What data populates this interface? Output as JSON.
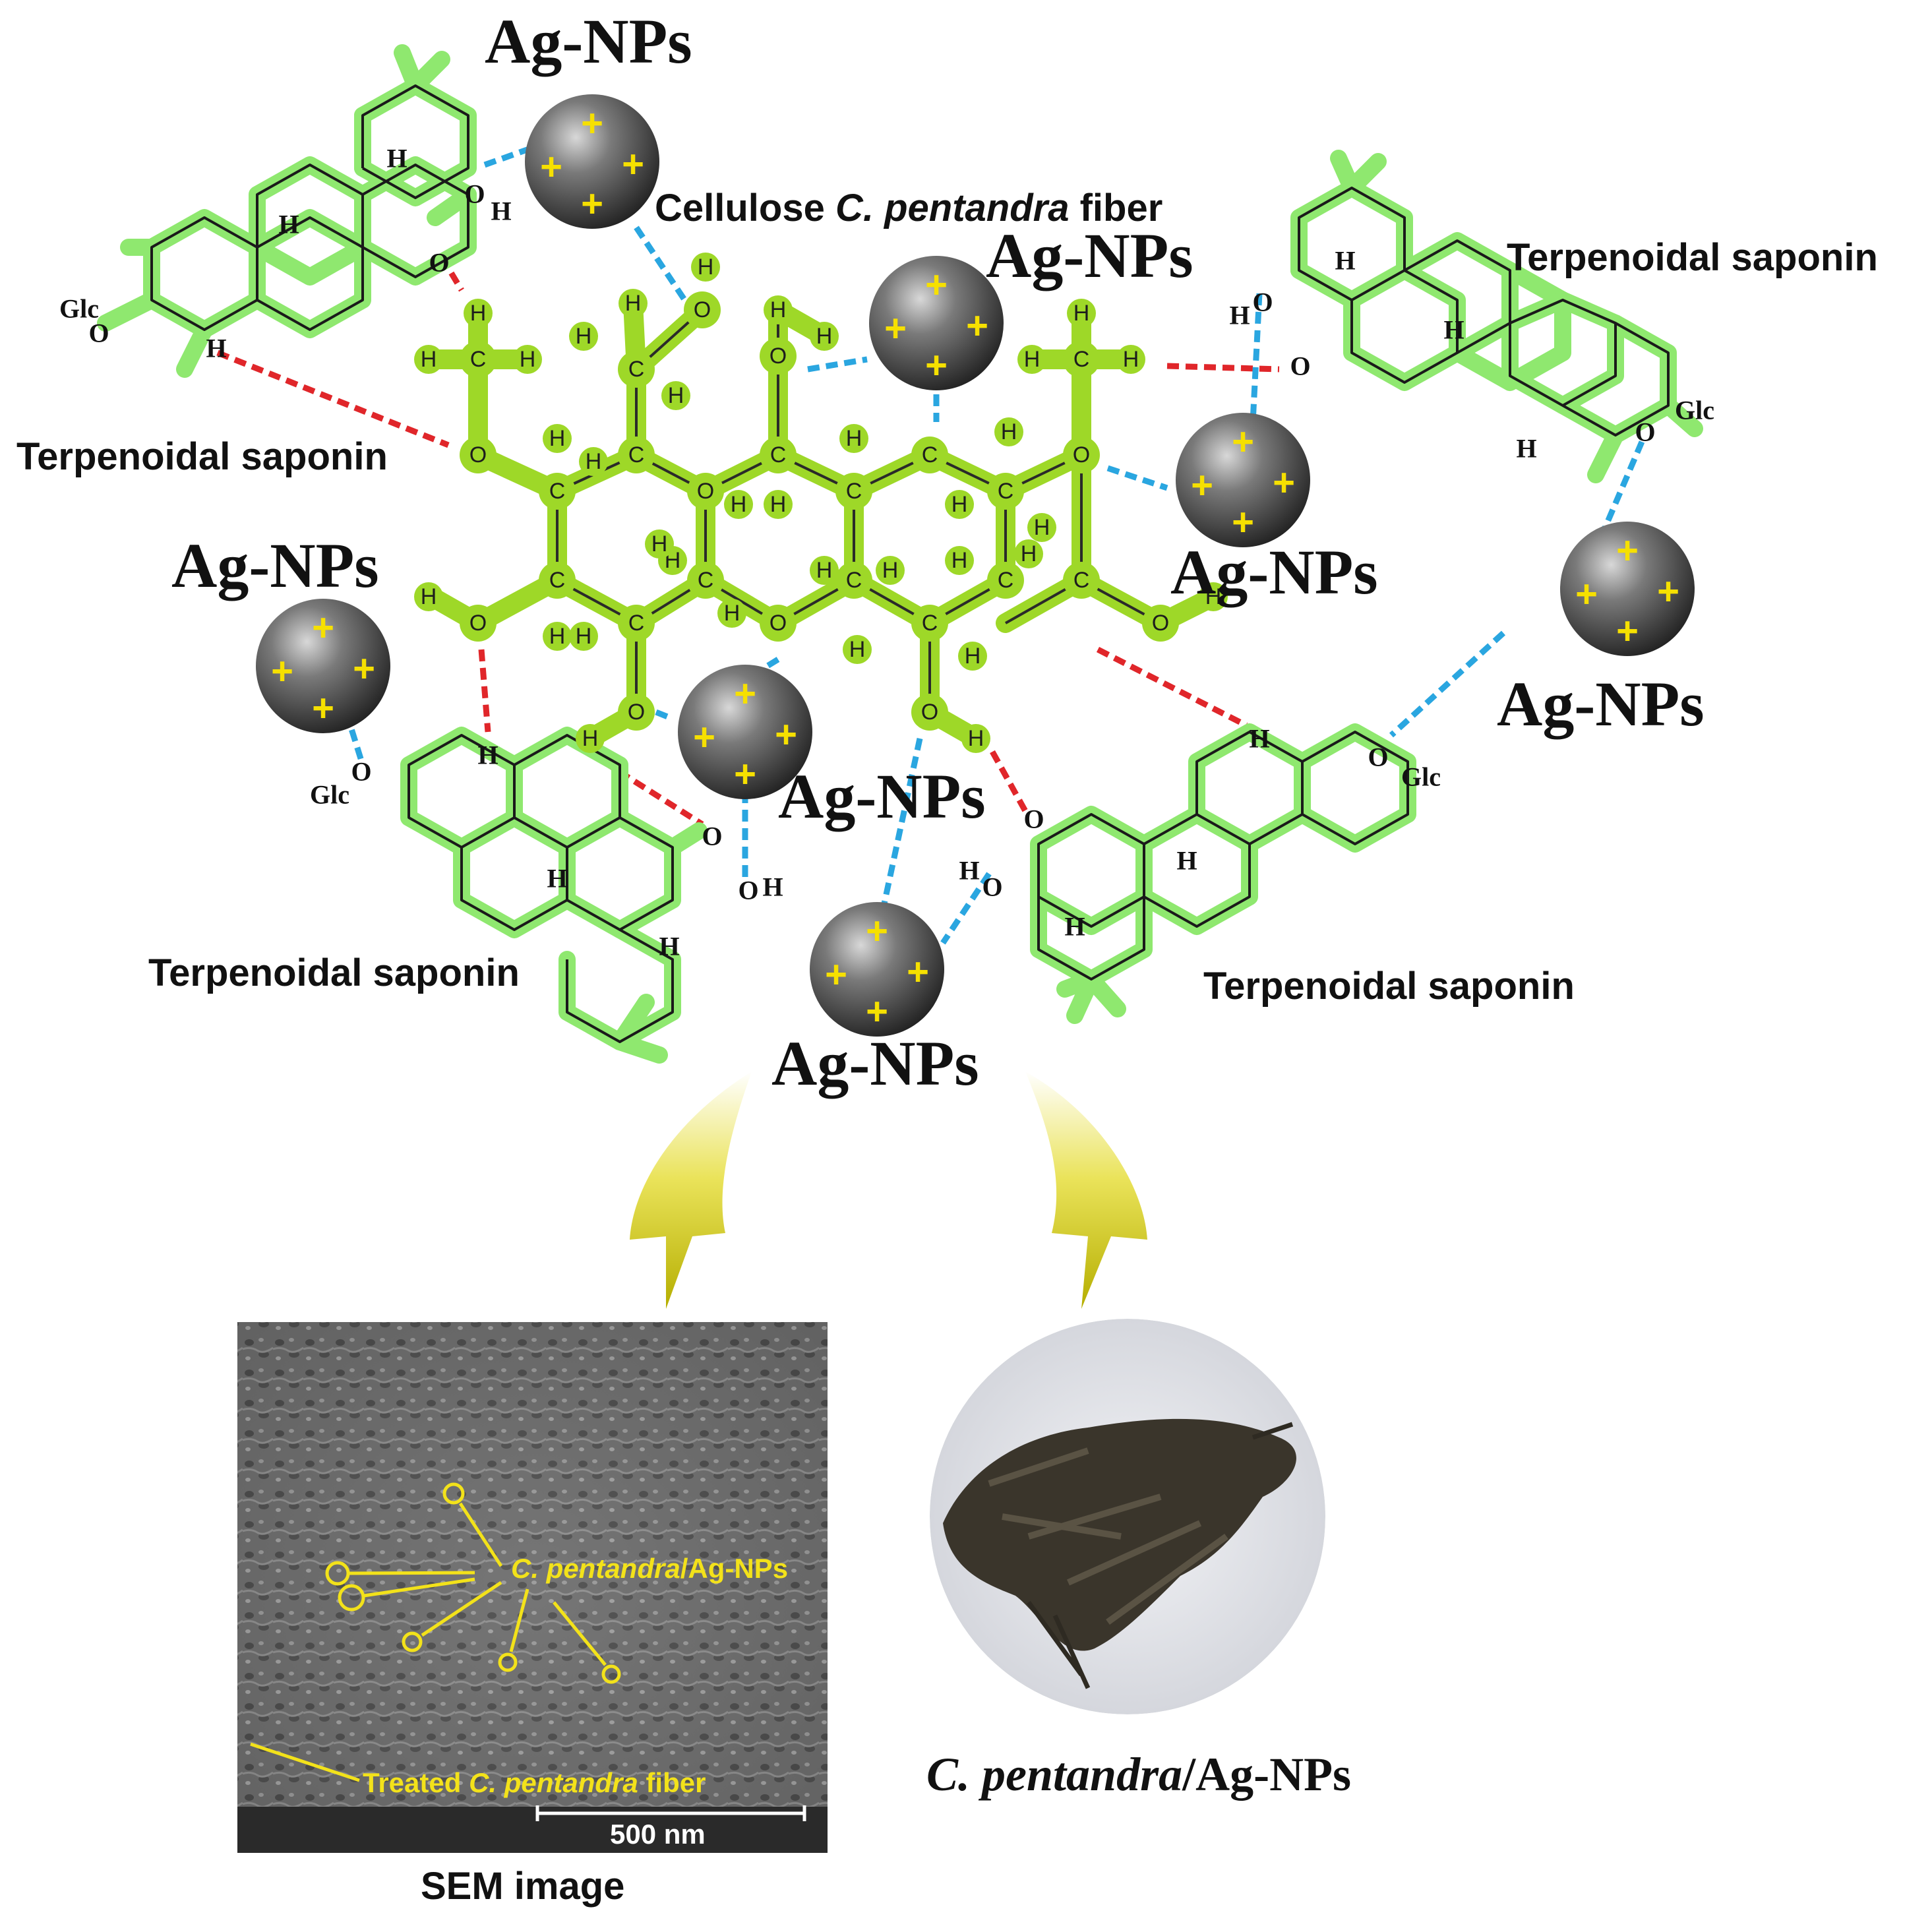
{
  "nanoparticle_label": "Ag-NPs",
  "nanoparticle_plus": "+",
  "saponin_label": "Terpenoidal saponin",
  "cellulose_label_plain": "Cellulose ",
  "cellulose_label_italic": "C. pentandra",
  "cellulose_label_suffix": " fiber",
  "atoms": {
    "glc": "Glc",
    "o": "O",
    "h": "H",
    "c": "C"
  },
  "sem": {
    "caption": "SEM image",
    "annotation_italic": "C. pentandra",
    "annotation_suffix": "/Ag-NPs",
    "fiber_prefix": "Treated ",
    "fiber_italic": "C. pentandra",
    "fiber_suffix": " fiber",
    "scale_bar": "500 nm"
  },
  "photo": {
    "caption_italic": "C. pentandra",
    "caption_suffix": "/Ag-NPs"
  },
  "colors": {
    "saponin_highlight": "#8fe86f",
    "cellulose_highlight": "#9ed828",
    "hbond_red": "#e0262a",
    "hbond_blue": "#2aa6e0",
    "arrow": "#d4cc00",
    "sem_annotation": "#f3e21a"
  }
}
